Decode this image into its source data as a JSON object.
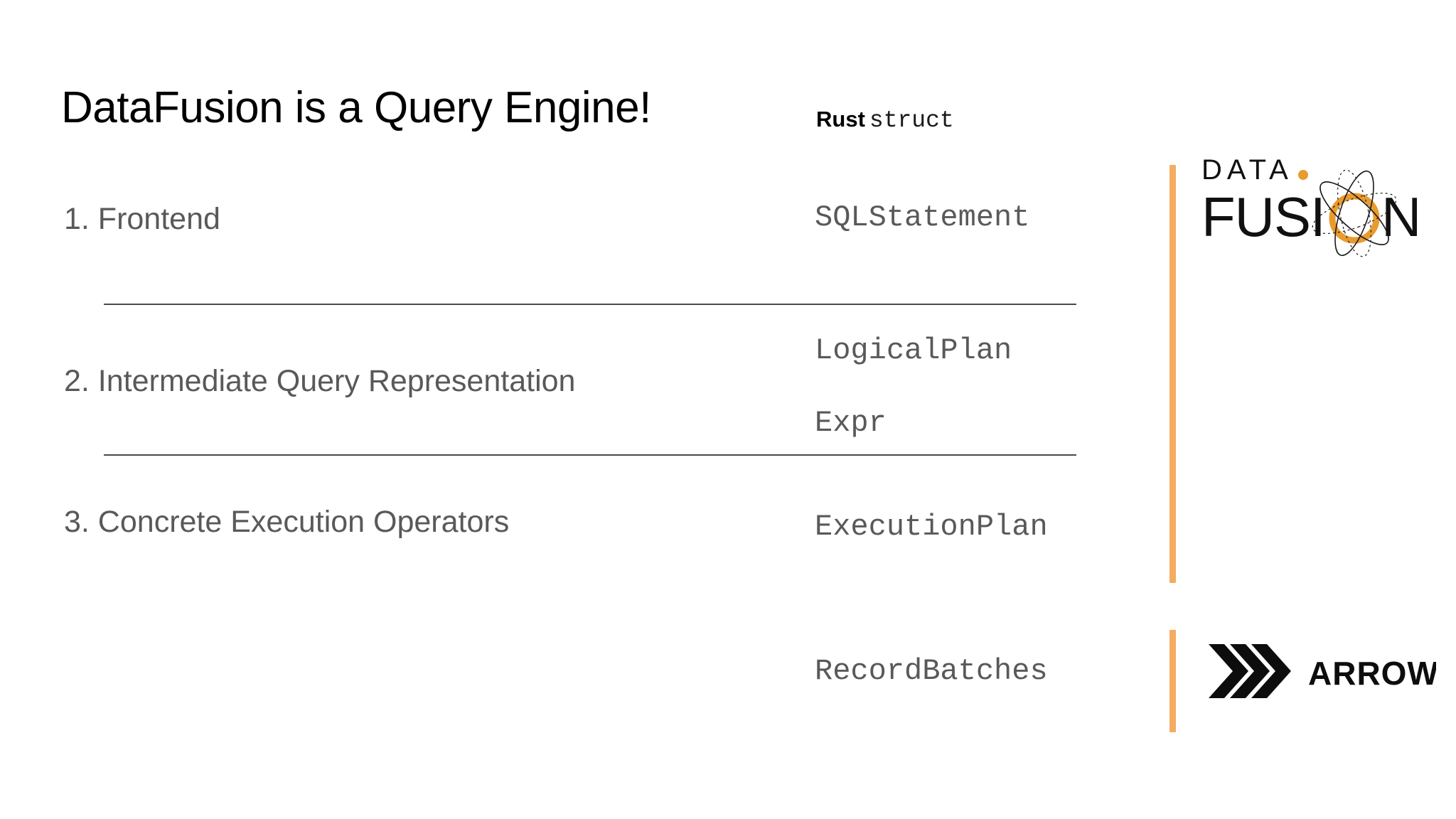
{
  "slide": {
    "title": "DataFusion is a Query Engine!",
    "background_color": "#ffffff"
  },
  "column_header": {
    "lang_label": "Rust",
    "kind_label": "struct"
  },
  "steps": [
    {
      "number": "1.",
      "label": "Frontend",
      "text": "1. Frontend"
    },
    {
      "number": "2.",
      "label": "Intermediate Query Representation",
      "text": "2. Intermediate Query Representation"
    },
    {
      "number": "3.",
      "label": "Concrete Execution Operators",
      "text": "3. Concrete Execution Operators"
    }
  ],
  "code_items": [
    {
      "name": "SQLStatement"
    },
    {
      "name": "LogicalPlan"
    },
    {
      "name": "Expr"
    },
    {
      "name": "ExecutionPlan"
    },
    {
      "name": "RecordBatches"
    }
  ],
  "dividers": [
    {
      "id": "divider-after-frontend"
    },
    {
      "id": "divider-after-intermediate"
    }
  ],
  "logos": {
    "datafusion": {
      "line1": "DATA",
      "line2_left": "FUSI",
      "line2_right": "N",
      "accent_color": "#E99B2E",
      "text_color": "#111111"
    },
    "arrow": {
      "wordmark": "ARROW",
      "text_color": "#0d0d0d",
      "chevron_count": 3
    }
  },
  "accent": {
    "bar_color": "#F4AC62",
    "rule_color": "#4a4a4a",
    "body_text_color": "#595959"
  }
}
